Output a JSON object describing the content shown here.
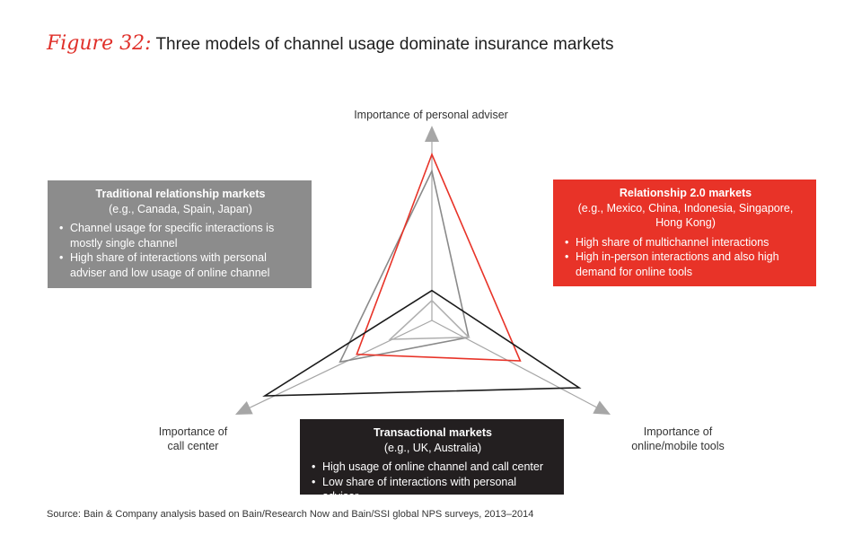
{
  "figure": {
    "label": "Figure 32:",
    "title": "Three models of channel usage dominate insurance markets"
  },
  "colors": {
    "accent_red": "#e83328",
    "gray_box": "#8c8c8c",
    "black_box": "#231f20",
    "gray_line": "#8a8a8a",
    "light_gray_line": "#b0b0b0",
    "black_line": "#1a1a1a",
    "axis": "#a6a6a6"
  },
  "chart_data": {
    "type": "radar",
    "axes": [
      {
        "name": "personal_adviser",
        "label": "Importance of personal adviser"
      },
      {
        "name": "call_center",
        "label": "Importance of call center"
      },
      {
        "name": "online_mobile",
        "label": "Importance of online/mobile tools"
      }
    ],
    "scale": [
      0,
      1
    ],
    "series": [
      {
        "values": [
          0.9,
          0.55,
          0.25
        ],
        "color": "#8a8a8a"
      },
      {
        "values": [
          1.0,
          0.45,
          0.6
        ],
        "color": "#e83328"
      },
      {
        "values": [
          0.18,
          1.0,
          1.0
        ],
        "color": "#1a1a1a"
      },
      {
        "values": [
          0.12,
          0.25,
          0.25
        ],
        "color": "#b0b0b0"
      }
    ]
  },
  "axis_labels": {
    "top": "Importance of personal adviser",
    "left_1": "Importance of",
    "left_2": "call center",
    "right_1": "Importance of",
    "right_2": "online/mobile tools"
  },
  "boxes": {
    "traditional": {
      "title": "Traditional relationship markets",
      "subtitle": "(e.g., Canada, Spain, Japan)",
      "bullets": [
        "Channel usage for specific interactions is mostly single channel",
        "High share of interactions with personal adviser and low usage of online channel"
      ]
    },
    "relationship20": {
      "title": "Relationship 2.0 markets",
      "subtitle": "(e.g., Mexico, China, Indonesia, Singapore, Hong Kong)",
      "bullets": [
        "High share of multichannel interactions",
        "High in-person interactions and also high demand for online tools"
      ]
    },
    "transactional": {
      "title": "Transactional markets",
      "subtitle": "(e.g., UK, Australia)",
      "bullets": [
        "High usage of online channel and call center",
        "Low share of interactions with personal adviser"
      ]
    }
  },
  "source": "Source: Bain & Company analysis based on Bain/Research Now and Bain/SSI global NPS surveys, 2013–2014"
}
